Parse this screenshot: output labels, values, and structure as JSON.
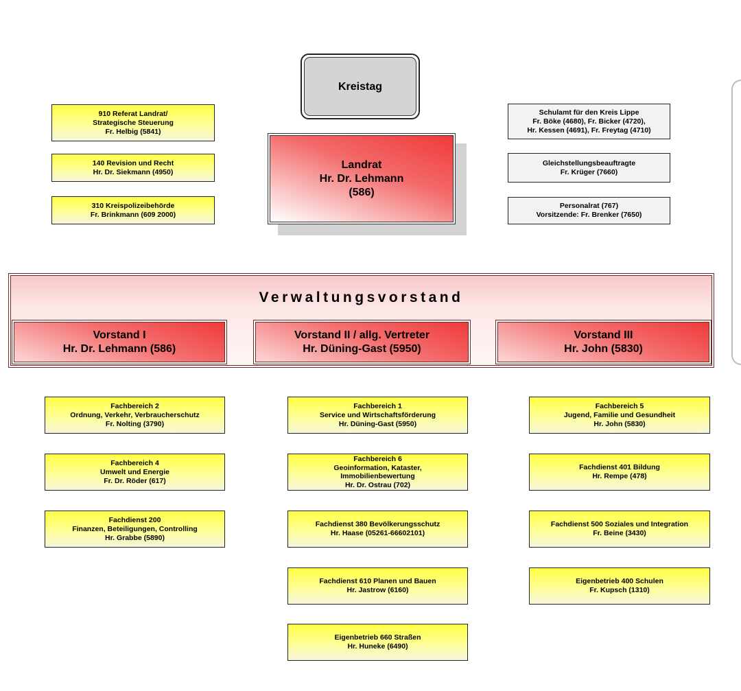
{
  "kreistag": "Kreistag",
  "landrat": [
    "Landrat",
    "Hr. Dr. Lehmann",
    "(586)"
  ],
  "left_staff": [
    [
      "910 Referat Landrat/",
      "Strategische Steuerung",
      "Fr. Helbig (5841)"
    ],
    [
      "140 Revision und Recht",
      "Hr. Dr. Siekmann (4950)"
    ],
    [
      "310 Kreispolizeibehörde",
      "Fr. Brinkmann (609 2000)"
    ]
  ],
  "right_staff": [
    [
      "Schulamt  für den Kreis Lippe",
      "Fr. Böke (4680), Fr. Bicker (4720),",
      "Hr. Kessen (4691),  Fr. Freytag (4710)"
    ],
    [
      "Gleichstellungsbeauftragte",
      "Fr. Krüger (7660)"
    ],
    [
      "Personalrat (767)",
      "Vorsitzende: Fr. Brenker (7650)"
    ]
  ],
  "verwaltungsvorstand": "Verwaltungsvorstand",
  "vorstaende": [
    [
      "Vorstand I",
      "Hr. Dr. Lehmann (586)"
    ],
    [
      "Vorstand II / allg. Vertreter",
      "Hr. Düning-Gast (5950)"
    ],
    [
      "Vorstand III",
      "Hr. John (5830)"
    ]
  ],
  "column1": [
    [
      "Fachbereich 2",
      "Ordnung, Verkehr, Verbraucherschutz",
      "Fr. Nolting (3790)"
    ],
    [
      "Fachbereich 4",
      "Umwelt und Energie",
      "Fr. Dr. Röder (617)"
    ],
    [
      "Fachdienst 200",
      "Finanzen, Beteiligungen, Controlling",
      "Hr. Grabbe (5890)"
    ]
  ],
  "column2": [
    [
      "Fachbereich 1",
      "Service und Wirtschaftsförderung",
      "Hr. Düning-Gast (5950)"
    ],
    [
      "Fachbereich 6",
      "Geoinformation, Kataster,",
      "Immobilienbewertung",
      "Hr. Dr. Ostrau (702)"
    ],
    [
      "Fachdienst 380 Bevölkerungsschutz",
      "Hr. Haase (05261-66602101)"
    ],
    [
      "Fachdienst 610 Planen und Bauen",
      "Hr. Jastrow (6160)"
    ],
    [
      "Eigenbetrieb 660 Straßen",
      "Hr. Huneke (6490)"
    ]
  ],
  "column3": [
    [
      "Fachbereich 5",
      "Jugend, Familie und Gesundheit",
      "Hr. John (5830)"
    ],
    [
      "Fachdienst 401 Bildung",
      "Hr. Rempe (478)"
    ],
    [
      "Fachdienst 500 Soziales und Integration",
      "Fr. Beine (3430)"
    ],
    [
      "Eigenbetrieb 400 Schulen",
      "Fr. Kupsch (1310)"
    ]
  ]
}
